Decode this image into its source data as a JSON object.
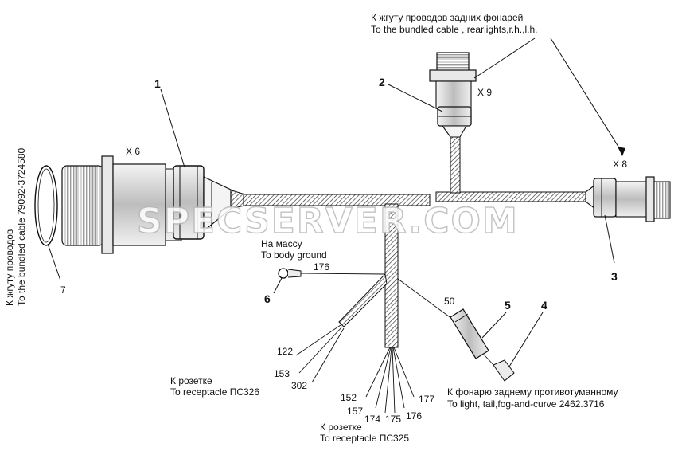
{
  "labels": {
    "top_ru": "К жгуту проводов задних фонарей",
    "top_en": "To the bundled cable , rearlights,r.h.,l.h.",
    "x9": "X 9",
    "x8": "X 8",
    "x6": "X 6",
    "side_ru": "К жгуту проводов",
    "side_en": "To the bundled cable 79092-3724580",
    "ground_ru": "На массу",
    "ground_en": "To body ground",
    "rec326_ru": "К розетке",
    "rec326_en": "To receptacle ПС326",
    "rec325_ru": "К розетке",
    "rec325_en": "To receptacle ПС325",
    "fog_ru": "К фонарю заднему противотуманному",
    "fog_en": "To light, tail,fog-and-curve 2462.3716"
  },
  "callouts": [
    "1",
    "2",
    "3",
    "4",
    "5",
    "6",
    "7"
  ],
  "wires": {
    "w176a": "176",
    "w50": "50",
    "w122": "122",
    "w153": "153",
    "w302": "302",
    "w152": "152",
    "w157": "157",
    "w174": "174",
    "w175": "175",
    "w176b": "176",
    "w177": "177"
  },
  "watermark": "SPECSERVER.COM"
}
